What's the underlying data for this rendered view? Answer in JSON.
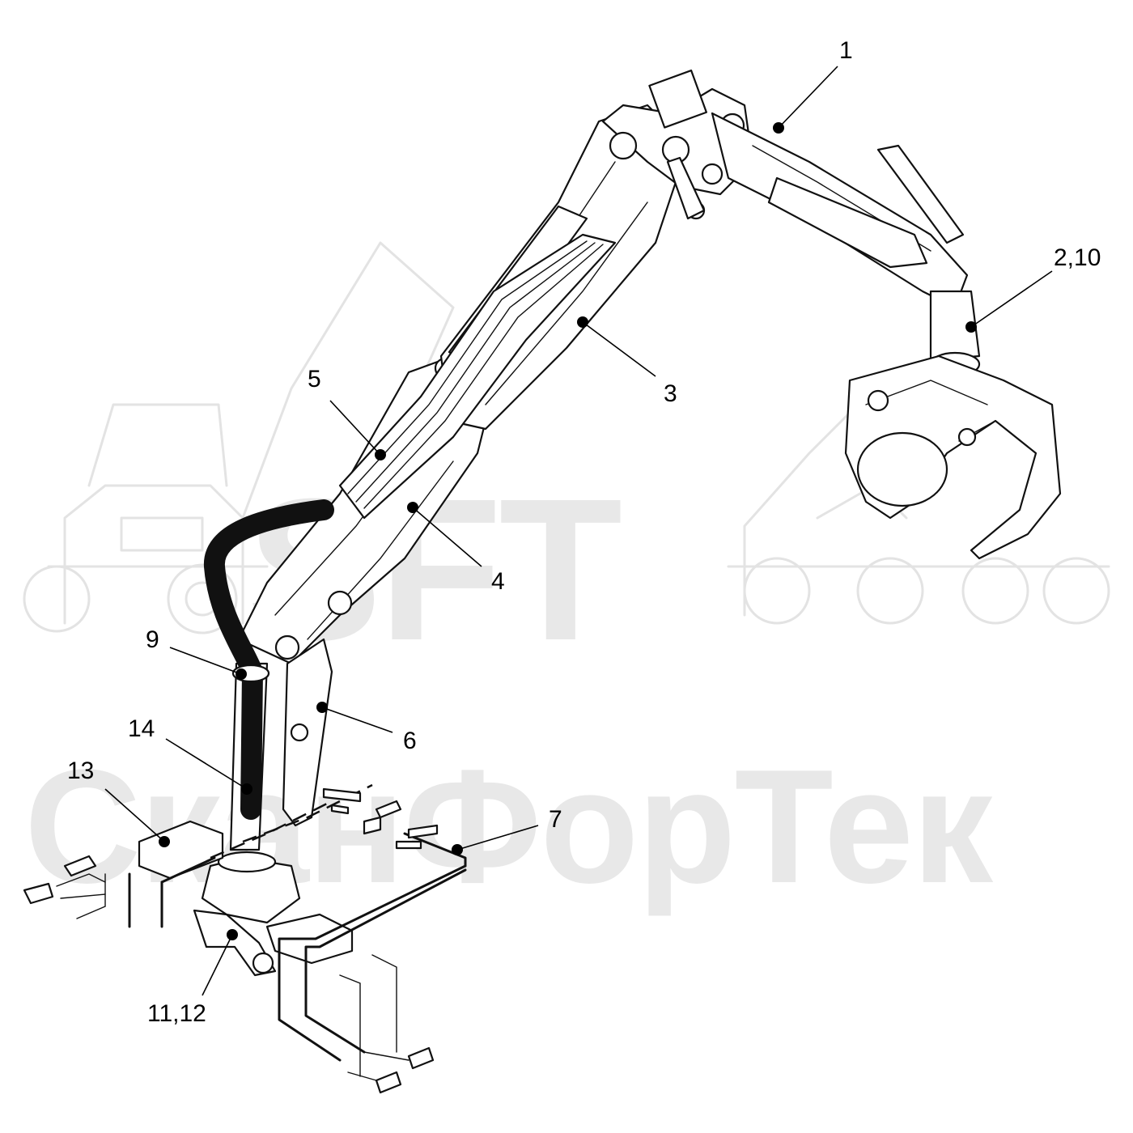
{
  "watermark": {
    "logo_text": "SFT",
    "brand_text": "СканФорТек",
    "color": "#e8e8e8"
  },
  "callouts": [
    {
      "id": "c1",
      "label": "1"
    },
    {
      "id": "c2",
      "label": "2,10"
    },
    {
      "id": "c3",
      "label": "3"
    },
    {
      "id": "c4",
      "label": "4"
    },
    {
      "id": "c5",
      "label": "5"
    },
    {
      "id": "c6",
      "label": "6"
    },
    {
      "id": "c7",
      "label": "7"
    },
    {
      "id": "c9",
      "label": "9"
    },
    {
      "id": "c11",
      "label": "11,12"
    },
    {
      "id": "c13",
      "label": "13"
    },
    {
      "id": "c14",
      "label": "14"
    }
  ],
  "colors": {
    "line": "#111111",
    "background": "#ffffff",
    "callout_dot": "#000000"
  }
}
